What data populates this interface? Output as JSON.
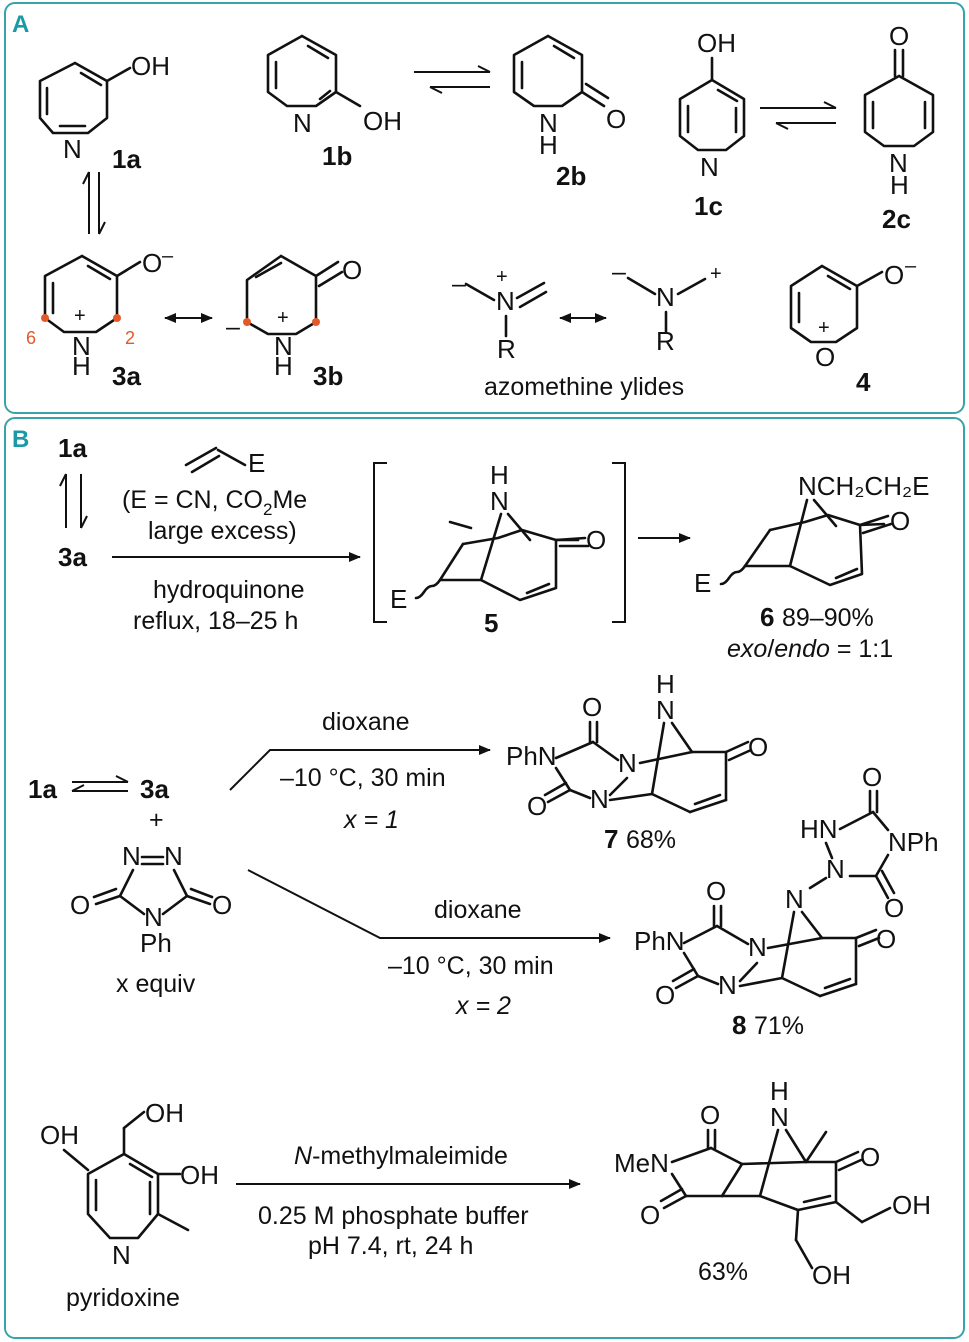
{
  "panels": {
    "a_letter": "A",
    "b_letter": "B",
    "border_color": "#3aa3a8"
  },
  "panel_a": {
    "label_1a": "1a",
    "label_1b": "1b",
    "label_2b": "2b",
    "label_1c": "1c",
    "label_2c": "2c",
    "label_3a": "3a",
    "label_3b": "3b",
    "label_4": "4",
    "azomethine": "azomethine ylides",
    "pos_6": "6",
    "pos_2": "2"
  },
  "panel_b": {
    "r1": {
      "reactant_1a": "1a",
      "reactant_3a": "3a",
      "reagent_line1": "(E = CN, CO",
      "reagent_line1_sub": "2",
      "reagent_line1_end": "Me",
      "reagent_line2": "large excess)",
      "cond_line1": "hydroquinone",
      "cond_line2": "reflux, 18–25 h",
      "intermediate": "5",
      "product_label": "6",
      "product_yield": "89–90%",
      "ratio_exo": "exo",
      "ratio_slash": "/",
      "ratio_endo": "endo",
      "ratio_value": " = 1:1",
      "substituent": "NCH₂CH₂E"
    },
    "r2": {
      "left_1a": "1a",
      "left_3a": "3a",
      "plus": "+",
      "equiv": "x equiv",
      "solvent_top": "dioxane",
      "cond_top": "–10 °C, 30 min",
      "x_top": "x = 1",
      "product7": "7",
      "yield7": "68%",
      "solvent_bottom": "dioxane",
      "cond_bottom": "–10 °C, 30 min",
      "x_bottom": "x = 2",
      "product8": "8",
      "yield8": "71%"
    },
    "r3": {
      "reactant": "pyridoxine",
      "reagent_prefix": "N",
      "reagent_rest": "-methylmaleimide",
      "cond_line1": "0.25 M phosphate buffer",
      "cond_line2": "pH 7.4, rt, 24 h",
      "yield": "63%"
    }
  }
}
